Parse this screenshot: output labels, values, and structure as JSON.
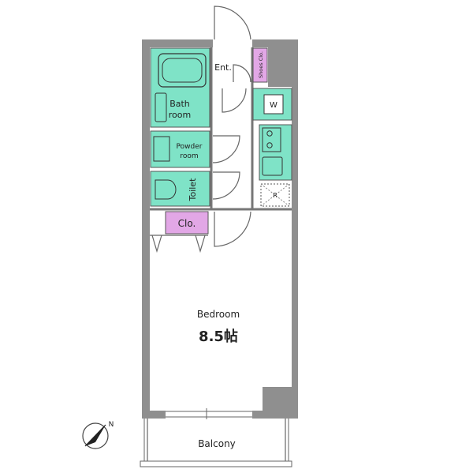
{
  "plan": {
    "north_symbol": "N",
    "rooms": {
      "entrance": "Ent.",
      "shoes_closet": "Shoes Clo.",
      "bath_line1": "Bath",
      "bath_line2": "room",
      "powder_line1": "Powder",
      "powder_line2": "room",
      "toilet": "Toilet",
      "washer": "W",
      "fridge": "R",
      "closet": "Clo.",
      "bedroom": "Bedroom",
      "bedroom_size": "8.5帖",
      "balcony": "Balcony"
    },
    "colors": {
      "wet_area": "#7fe3c7",
      "closet": "#e2a7e6",
      "wall": "#8f8f8f"
    }
  }
}
